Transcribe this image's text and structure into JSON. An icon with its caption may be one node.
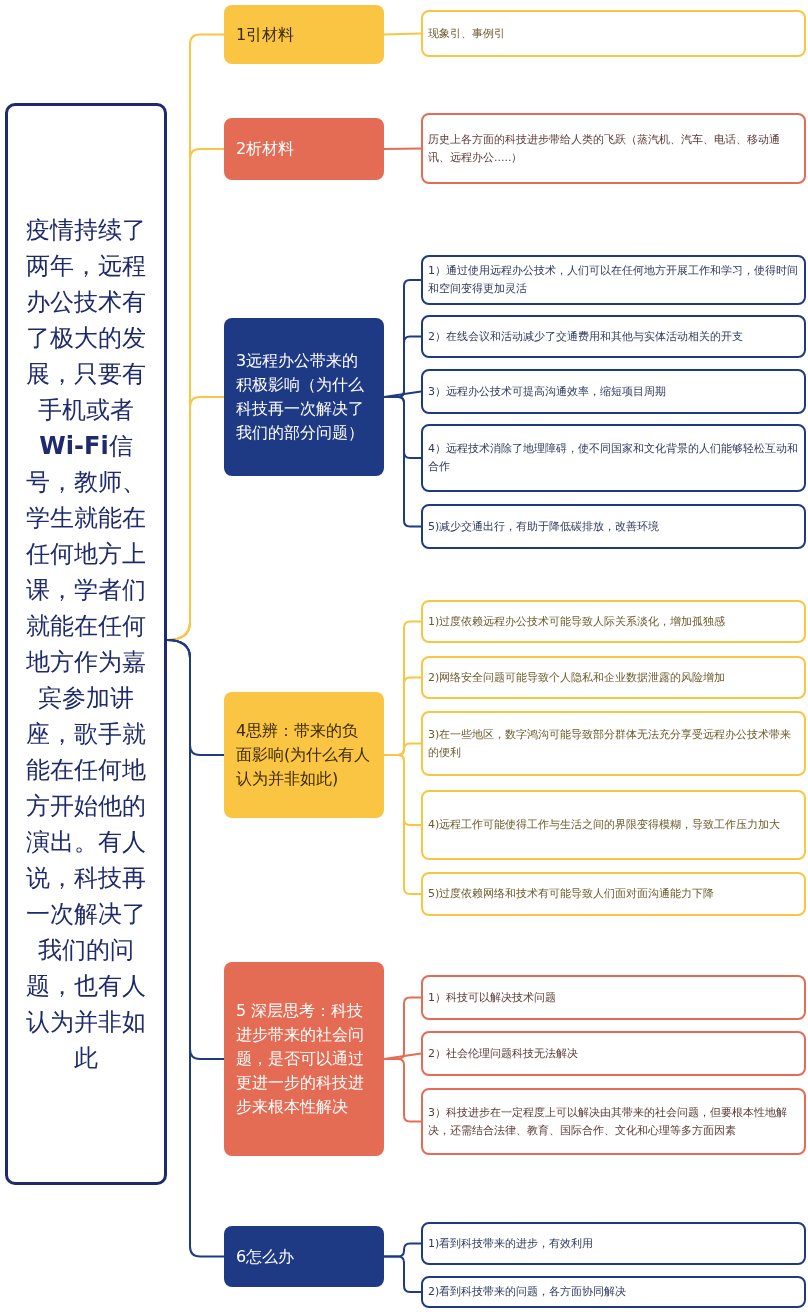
{
  "diagram": {
    "nodes": [
      {
        "text": [
          "疫情持续了两年，远程办公技术有了极大的发展，只要有手机或者**Wi-Fi**信号，教师、学生就能在任何地方上课，学者们就能在任何地方作为嘉宾参加讲座，歌手就能在任何地方开始他的演出。有人说，科技再一次解决了我们的问题，也有人认为并非如此"
        ]
      },
      {
        "text": [
          "1引材料"
        ]
      },
      {
        "text": [
          "现象引、事例引"
        ]
      },
      {
        "text": [
          "2析材料"
        ]
      },
      {
        "text": [
          "历史上各方面的科技进步带给人类的飞跃（蒸汽机、汽车、电话、移动通讯、远程办公.....）"
        ]
      },
      {
        "text": [
          "3远程办公带来的积极影响（为什么科技再一次解决了我们的部分问题）"
        ]
      },
      {
        "text": [
          "1）通过使用远程办公技术，人们可以在任何地方开展工作和学习，使得时间和空间变得更加灵活"
        ]
      },
      {
        "text": [
          "2）在线会议和活动减少了交通费用和其他与实体活动相关的开支"
        ]
      },
      {
        "text": [
          "3）远程办公技术可提高沟通效率，缩短项目周期"
        ]
      },
      {
        "text": [
          "4）远程技术消除了地理障碍，使不同国家和文化背景的人们能够轻松互动和合作"
        ]
      },
      {
        "text": [
          "5)减少交通出行，有助于降低碳排放，改善环境"
        ]
      },
      {
        "text": [
          "4思辨：带来的负面影响(为什么有人认为并非如此)"
        ]
      },
      {
        "text": [
          "1)过度依赖远程办公技术可能导致人际关系淡化，增加孤独感"
        ]
      },
      {
        "text": [
          "2)网络安全问题可能导致个人隐私和企业数据泄露的风险增加"
        ]
      },
      {
        "text": [
          "3)在一些地区，数字鸿沟可能导致部分群体无法充分享受远程办公技术带来的便利"
        ]
      },
      {
        "text": [
          "4)远程工作可能使得工作与生活之间的界限变得模糊，导致工作压力加大"
        ]
      },
      {
        "text": [
          "5)过度依赖网络和技术有可能导致人们面对面沟通能力下降"
        ]
      },
      {
        "text": [
          "5 深层思考：科技进步带来的社会问题，是否可以通过更进一步的科技进步来根本性解决"
        ]
      },
      {
        "text": [
          "1）科技可以解决技术问题"
        ]
      },
      {
        "text": [
          "2）社会伦理问题科技无法解决"
        ]
      },
      {
        "text": [
          "3）科技进步在一定程度上可以解决由其带来的社会问题，但要根本性地解决，还需结合法律、教育、国际合作、文化和心理等多方面因素"
        ]
      },
      {
        "text": [
          "6怎么办"
        ]
      },
      {
        "text": [
          "1)看到科技带来的进步，有效利用"
        ]
      },
      {
        "text": [
          "2)看到科技带来的问题，各方面协同解决"
        ]
      }
    ],
    "edges": [
      {
        "from": 0,
        "to": 1,
        "arrow": "none",
        "color": "#f9c543"
      },
      {
        "from": 0,
        "to": 3,
        "arrow": "none",
        "color": "#f9c543"
      },
      {
        "from": 0,
        "to": 5,
        "arrow": "none",
        "color": "#f9c543"
      },
      {
        "from": 0,
        "to": 11,
        "arrow": "none",
        "color": "#1f3a85"
      },
      {
        "from": 0,
        "to": 17,
        "arrow": "none",
        "color": "#1f3a85"
      },
      {
        "from": 0,
        "to": 21,
        "arrow": "none",
        "color": "#1f3a85"
      },
      {
        "from": 1,
        "to": 2,
        "arrow": "none",
        "color": "#f9c543"
      },
      {
        "from": 3,
        "to": 4,
        "arrow": "none",
        "color": "#e46c55"
      },
      {
        "from": 5,
        "to": 6,
        "arrow": "none",
        "color": "#1f3a85"
      },
      {
        "from": 5,
        "to": 7,
        "arrow": "none",
        "color": "#1f3a85"
      },
      {
        "from": 5,
        "to": 8,
        "arrow": "none",
        "color": "#1f3a85"
      },
      {
        "from": 5,
        "to": 9,
        "arrow": "none",
        "color": "#1f3a85"
      },
      {
        "from": 5,
        "to": 10,
        "arrow": "none",
        "color": "#1f3a85"
      },
      {
        "from": 11,
        "to": 12,
        "arrow": "none",
        "color": "#f9c543"
      },
      {
        "from": 11,
        "to": 13,
        "arrow": "none",
        "color": "#f9c543"
      },
      {
        "from": 11,
        "to": 14,
        "arrow": "none",
        "color": "#f9c543"
      },
      {
        "from": 11,
        "to": 15,
        "arrow": "none",
        "color": "#f9c543"
      },
      {
        "from": 11,
        "to": 16,
        "arrow": "none",
        "color": "#f9c543"
      },
      {
        "from": 17,
        "to": 18,
        "arrow": "none",
        "color": "#e46c55"
      },
      {
        "from": 17,
        "to": 19,
        "arrow": "none",
        "color": "#e46c55"
      },
      {
        "from": 17,
        "to": 20,
        "arrow": "none",
        "color": "#e46c55"
      },
      {
        "from": 21,
        "to": 22,
        "arrow": "none",
        "color": "#1f3a85"
      },
      {
        "from": 21,
        "to": 23,
        "arrow": "none",
        "color": "#1f3a85"
      }
    ]
  }
}
